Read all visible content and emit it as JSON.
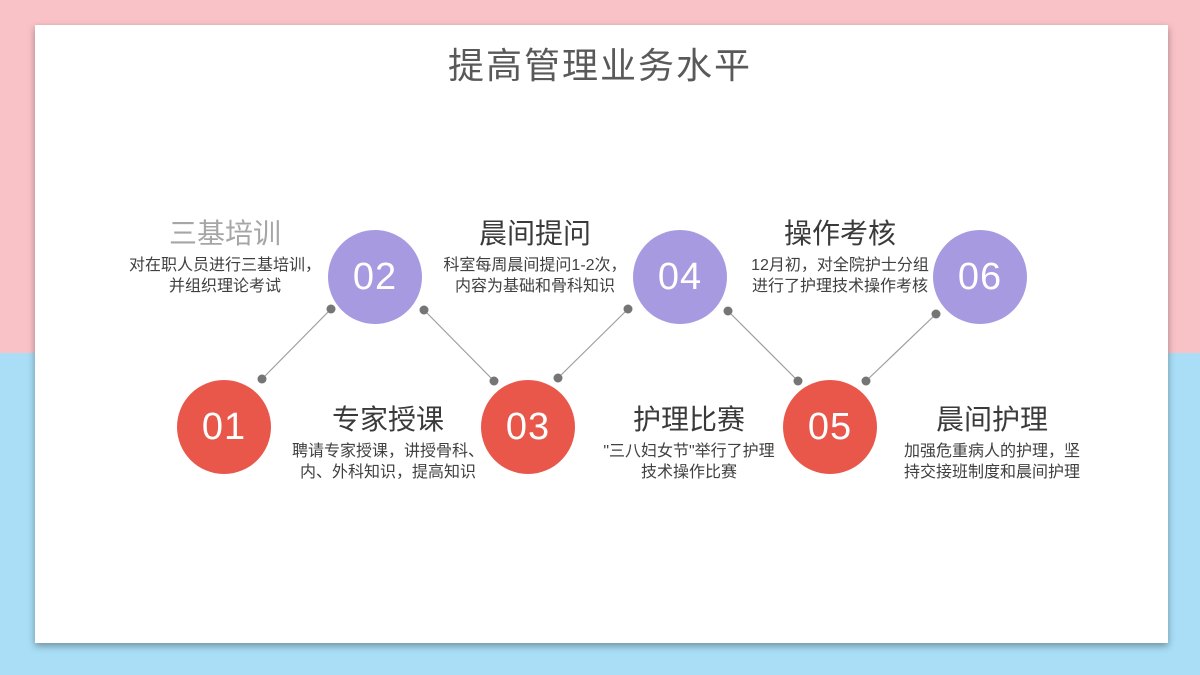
{
  "title": "提高管理业务水平",
  "top_row": {
    "labels": [
      {
        "title": "三基培训",
        "desc": "对在职人员进行三基培训，\n并组织理论考试",
        "muted": true
      },
      {
        "title": "晨间提问",
        "desc": "科室每周晨间提问1-2次，\n内容为基础和骨科知识",
        "muted": false
      },
      {
        "title": "操作考核",
        "desc": "12月初，对全院护士分组\n进行了护理技术操作考核",
        "muted": false
      }
    ],
    "circles": [
      {
        "num": "02"
      },
      {
        "num": "04"
      },
      {
        "num": "06"
      }
    ]
  },
  "bottom_row": {
    "circles": [
      {
        "num": "01"
      },
      {
        "num": "03"
      },
      {
        "num": "05"
      }
    ],
    "labels": [
      {
        "title": "专家授课",
        "desc": "聘请专家授课，讲授骨科、\n内、外科知识，提高知识"
      },
      {
        "title": "护理比赛",
        "desc": "\"三八妇女节\"举行了护理\n技术操作比赛"
      },
      {
        "title": "晨间护理",
        "desc": "加强危重病人的护理，坚\n持交接班制度和晨间护理"
      }
    ]
  },
  "colors": {
    "background_pink": "#f9c2c7",
    "background_blue": "#a9def6",
    "card": "#ffffff",
    "circle_purple": "#a79ae1",
    "circle_red": "#e8574a",
    "connector_line": "#9e9e9e",
    "connector_dot": "#757575",
    "title_text": "#595959",
    "muted_label_text": "#a6a6a6",
    "label_text": "#3a3a3a",
    "body_text": "#404040"
  }
}
